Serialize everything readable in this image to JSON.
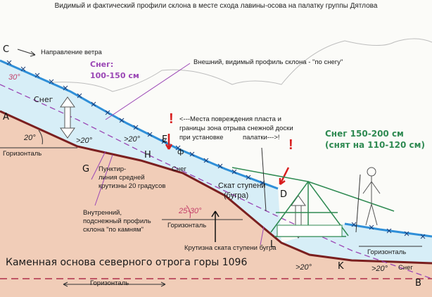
{
  "title": "Видимый и фактический профили склона в месте схода лавины-осова на палатку группы Дятлова",
  "labels": {
    "wind_direction": "Направление ветра",
    "outer_profile": "Внешний, видимый профиль склона - \"по снегу\"",
    "snow_depth_upper_line1": "Снег:",
    "snow_depth_upper_line2": "100-150 см",
    "snow_word_upper": "Снег",
    "damage_note_line1": "<---Места повреждения пласта и",
    "damage_note_line2": "границы зона отрыва снежной доски",
    "damage_note_line3_a": "при установке",
    "damage_note_line3_b": "палатки--->!",
    "exclamation": "!",
    "snow_depth_tent_line1": "Снег 150-200 см",
    "snow_depth_tent_line2": "(снят на 110-120 см)",
    "horizontal_left": "Горизонталь",
    "dashed_line_line1": "Пунктир-",
    "dashed_line_line2": "линия средней",
    "dashed_line_line3": "крутизны 20 градусов",
    "snow_word_mid": "Снег",
    "step_slope_line1": "Скат ступени",
    "step_slope_line2": "(бугра)",
    "inner_profile_line1": "Внутренний,",
    "inner_profile_line2": "подснежный профиль",
    "inner_profile_line3": "склона \"по камням\"",
    "horizontal_mid": "Горизонталь",
    "step_steepness": "Крутизна ската ступени бугра",
    "bedrock": "Каменная основа северного отрога горы 1096",
    "horizontal_right": "Горизонталь",
    "snow_word_lower": "Снег",
    "horizontal_bottom": "Горизонталь"
  },
  "points": {
    "C": "C",
    "A": "A",
    "E": "E",
    "H": "H",
    "G": "G",
    "D": "D",
    "L": "L",
    "K": "K",
    "B": "B",
    "phi": "ф"
  },
  "angles": {
    "top_left": "30°",
    "left_20_a": "20°",
    "left_20_b": ">20°",
    "mid_20": ">20°",
    "step": "25-30°",
    "bottom_20_a": ">20°",
    "bottom_20_b": ">20°"
  },
  "colors": {
    "snow_blue": "#2f8fd8",
    "snow_fill": "#d7eef7",
    "rock_fill": "#f1cdb8",
    "rock_line": "#7a1f1f",
    "purple": "#9b47b5",
    "red_arrow": "#d81e1e",
    "tent_green": "#2f8a52"
  }
}
